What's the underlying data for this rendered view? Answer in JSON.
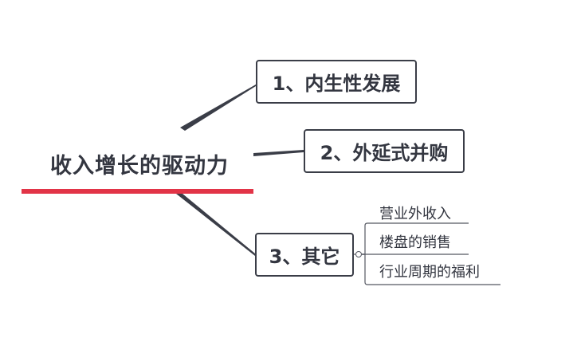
{
  "root": {
    "title": "收入增长的驱动力"
  },
  "topics": [
    {
      "label": "1、内生性发展"
    },
    {
      "label": "2、外延式并购"
    },
    {
      "label": "3、其它",
      "subtopics": [
        {
          "label": "营业外收入"
        },
        {
          "label": "楼盘的销售"
        },
        {
          "label": "行业周期的福利"
        }
      ]
    }
  ],
  "colors": {
    "line": "#3a3d47",
    "accent_underline": "#e23447",
    "text": "#333640"
  }
}
